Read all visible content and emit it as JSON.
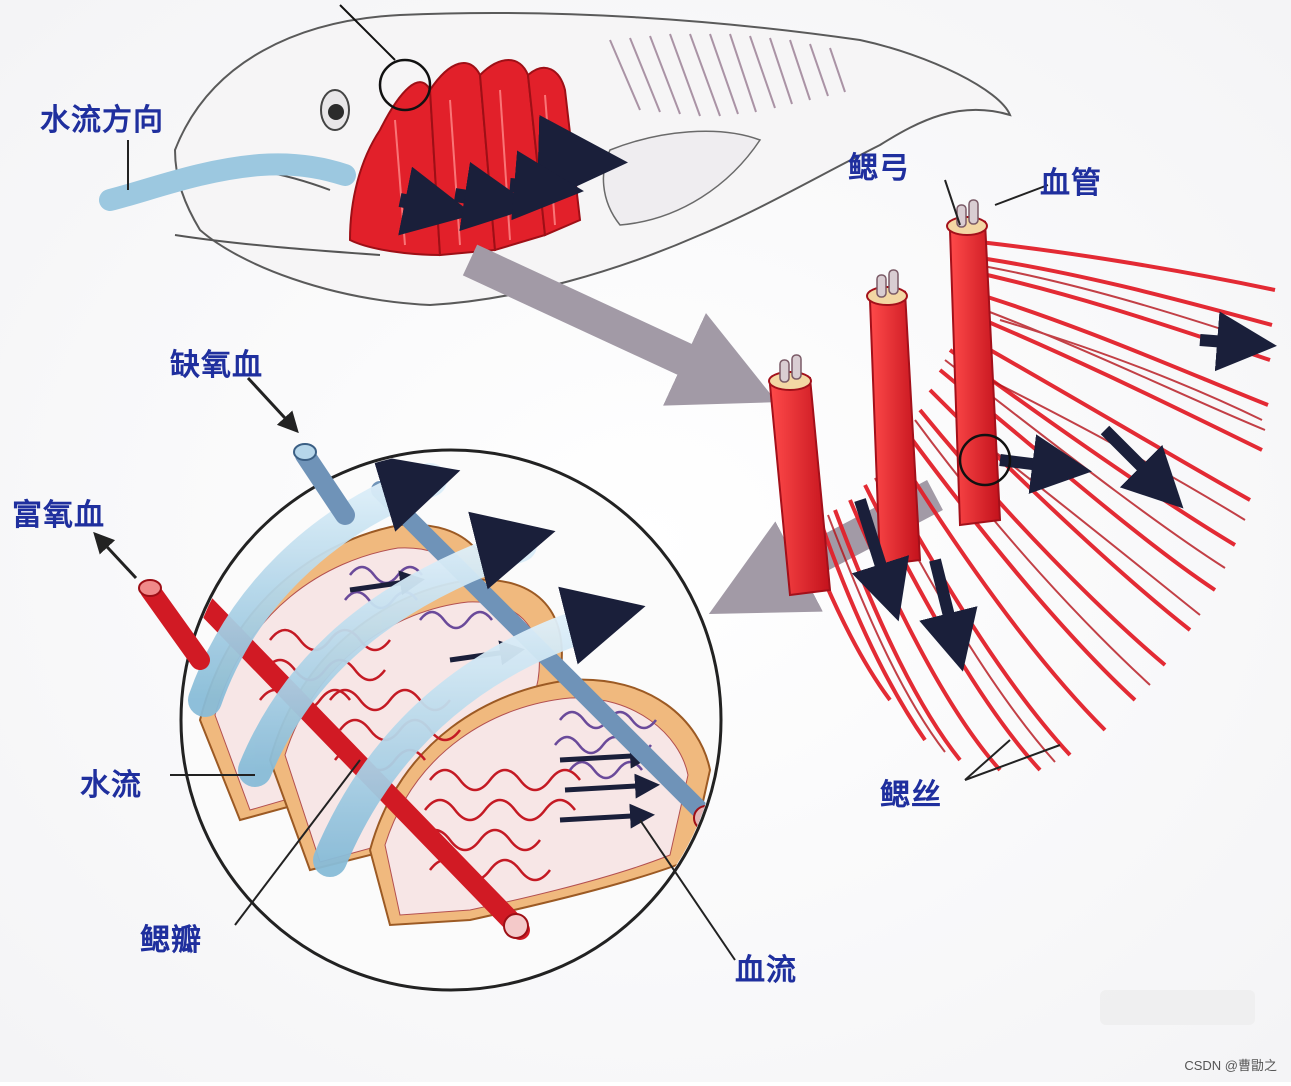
{
  "labels": {
    "water_direction": "水流方向",
    "gill_arch": "鳃弓",
    "blood_vessel": "血管",
    "deoxygenated_blood": "缺氧血",
    "oxygenated_blood": "富氧血",
    "water_flow": "水流",
    "gill_lamella": "鳃瓣",
    "blood_flow": "血流",
    "gill_filament": "鳃丝"
  },
  "watermark": "CSDN @曹勖之",
  "colors": {
    "label": "#1f2f9e",
    "gill_red": "#e2202a",
    "water_blue": "#9cc8e0",
    "arrow_dark": "#1a1f3a",
    "pointer_gray": "#a29aa6",
    "tissue_tan": "#e8b67a"
  }
}
